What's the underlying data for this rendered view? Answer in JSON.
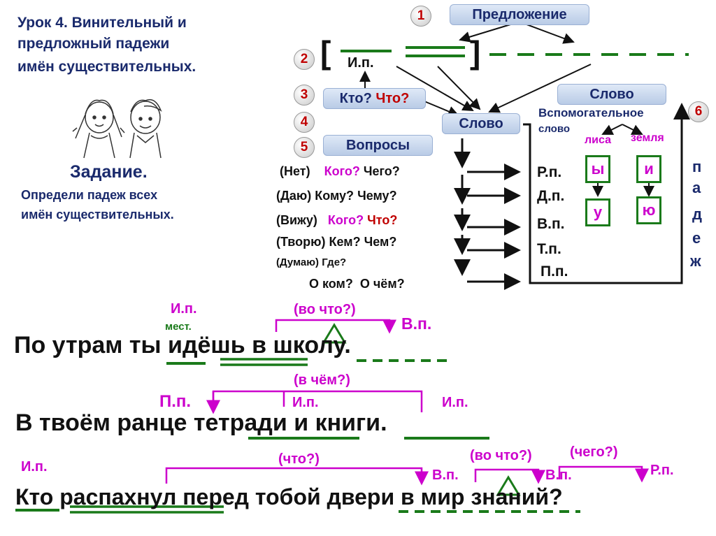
{
  "title": "Урок 4. Винительный  и предложный  падежи имён  существительных.",
  "title_lines": [
    "Урок 4. Винительный  и",
    "предложный  падежи",
    "имён  существительных."
  ],
  "task": {
    "heading": "Задание.",
    "line1": "Определи  падеж  всех",
    "line2": "имён существительных."
  },
  "scheme": {
    "steps": [
      "1",
      "2",
      "3",
      "4",
      "5",
      "6"
    ],
    "predlozhenie": "Предложение",
    "ip": "И.п.",
    "bracket_open": "[",
    "bracket_close": "]",
    "kto": "Кто?",
    "chto": "Что?",
    "slovo_top": "Слово",
    "slovo_mid": "Слово",
    "voprosy": "Вопросы",
    "vspom_1": "Вспомогательное",
    "vspom_2": "слово",
    "lisa": "лиса",
    "zemlya": "земля",
    "padezh_letters": [
      "п",
      "а",
      "д",
      "е",
      "ж"
    ],
    "endings": [
      "ы",
      "и",
      "у",
      "ю"
    ],
    "cases": [
      "Р.п.",
      "Д.п.",
      "В.п.",
      "Т.п.",
      "П.п."
    ],
    "questions": [
      {
        "hint": "(Нет)",
        "q1": "Кого?",
        "q2": "Чего?"
      },
      {
        "hint": "(Даю)",
        "q1": "Кому?",
        "q2": "Чему?"
      },
      {
        "hint": "(Вижу)",
        "q1": "Кого?",
        "q2": "Что?"
      },
      {
        "hint": "(Творю)",
        "q1": "Кем?",
        "q2": "Чем?"
      },
      {
        "hint": "(Думаю)",
        "q1": "Где?",
        "q2": ""
      },
      {
        "hint": "",
        "q1": "О ком?",
        "q2": "О чём?"
      }
    ]
  },
  "sentences": [
    {
      "text": "По  утрам  ты  идёшь  в  школу.",
      "ip": "И.п.",
      "mest": "мест.",
      "question": "(во что?)",
      "case": "В.п."
    },
    {
      "text": "В  твоём  ранце  тетради  и  книги.",
      "question": "(в чём?)",
      "case_pp": "П.п.",
      "ip1": "И.п.",
      "ip2": "И.п."
    },
    {
      "text": "Кто распахнул перед тобой двери в мир знаний?",
      "ip": "И.п.",
      "q1": "(что?)",
      "q2": "(во что?)",
      "q3": "(чего?)",
      "vp1": "В.п.",
      "vp2": "В.п.",
      "rp": "Р.п."
    }
  ],
  "colors": {
    "navy": "#1a2a6c",
    "magenta": "#cc00cc",
    "green": "#1a7a1a",
    "red": "#c00000"
  }
}
